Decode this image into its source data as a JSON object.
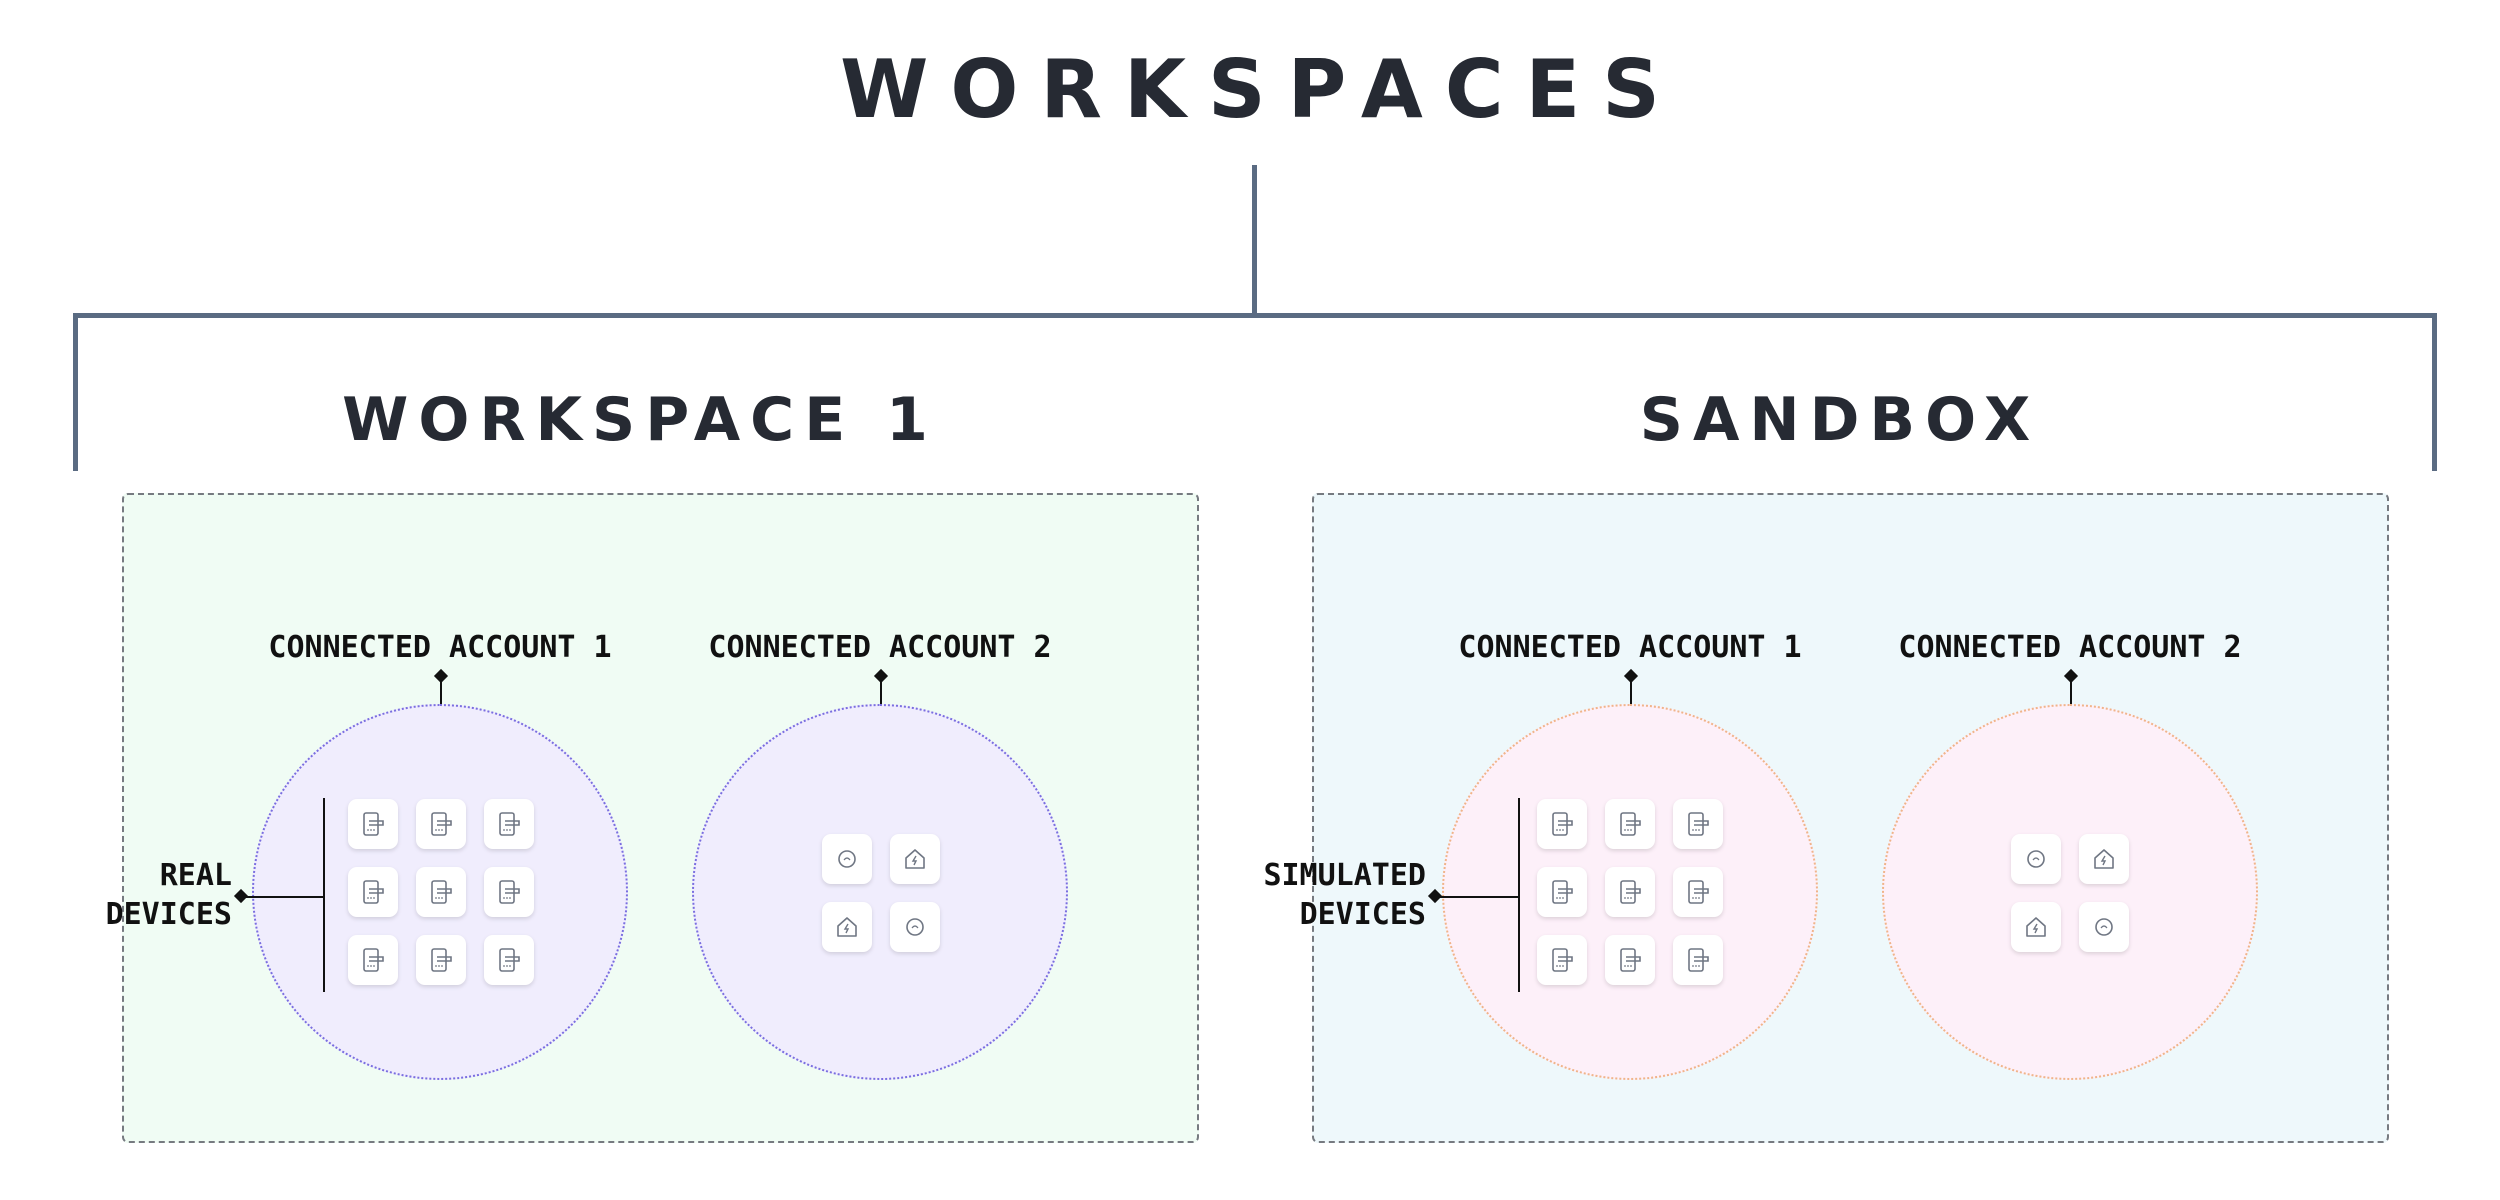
{
  "title": "WORKSPACES",
  "workspaces": [
    {
      "name": "WORKSPACE 1",
      "devices_label_line1": "REAL",
      "devices_label_line2": "DEVICES",
      "background_color": "#f0fcf4",
      "circle_color": "#f0edfd",
      "accounts": [
        {
          "label": "CONNECTED ACCOUNT 1",
          "device_icons": [
            "lock-icon",
            "lock-icon",
            "lock-icon",
            "lock-icon",
            "lock-icon",
            "lock-icon",
            "lock-icon",
            "lock-icon",
            "lock-icon"
          ]
        },
        {
          "label": "CONNECTED ACCOUNT 2",
          "device_icons": [
            "thermostat-icon",
            "home-icon",
            "home-icon",
            "thermostat-icon"
          ]
        }
      ]
    },
    {
      "name": "SANDBOX",
      "devices_label_line1": "SIMULATED",
      "devices_label_line2": "DEVICES",
      "background_color": "#eef8fb",
      "circle_color": "#fdf0f9",
      "accounts": [
        {
          "label": "CONNECTED ACCOUNT 1",
          "device_icons": [
            "lock-icon",
            "lock-icon",
            "lock-icon",
            "lock-icon",
            "lock-icon",
            "lock-icon",
            "lock-icon",
            "lock-icon",
            "lock-icon"
          ]
        },
        {
          "label": "CONNECTED ACCOUNT 2",
          "device_icons": [
            "thermostat-icon",
            "home-icon",
            "home-icon",
            "thermostat-icon"
          ]
        }
      ]
    }
  ]
}
